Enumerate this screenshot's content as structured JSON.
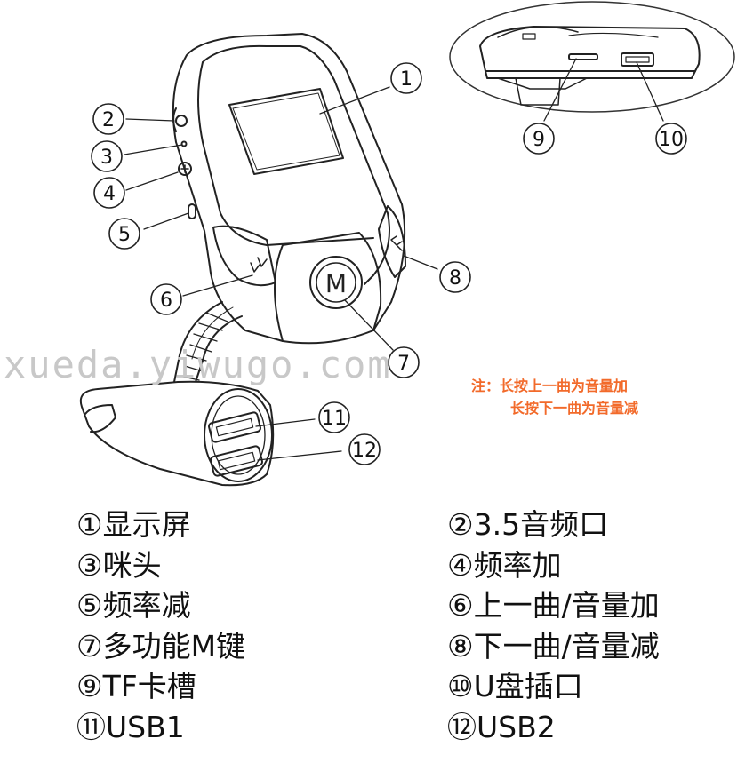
{
  "callouts": [
    {
      "num": "1"
    },
    {
      "num": "2"
    },
    {
      "num": "3"
    },
    {
      "num": "4"
    },
    {
      "num": "5"
    },
    {
      "num": "6"
    },
    {
      "num": "7"
    },
    {
      "num": "8"
    },
    {
      "num": "9"
    },
    {
      "num": "10"
    },
    {
      "num": "11"
    },
    {
      "num": "12"
    }
  ],
  "button_m_label": "M",
  "watermark": "xueda.yiwugo.com",
  "note": {
    "line1": "注：长按上一曲为音量加",
    "line2": "长按下一曲为音量减"
  },
  "legend_left": [
    "①显示屏",
    "③咪头",
    "⑤频率减",
    "⑦多功能M键",
    "⑨TF卡槽",
    "⑪USB1"
  ],
  "legend_right": [
    "②3.5音频口",
    "④频率加",
    "⑥上一曲/音量加",
    "⑧下一曲/音量减",
    "⑩U盘插口",
    "⑫USB2"
  ]
}
